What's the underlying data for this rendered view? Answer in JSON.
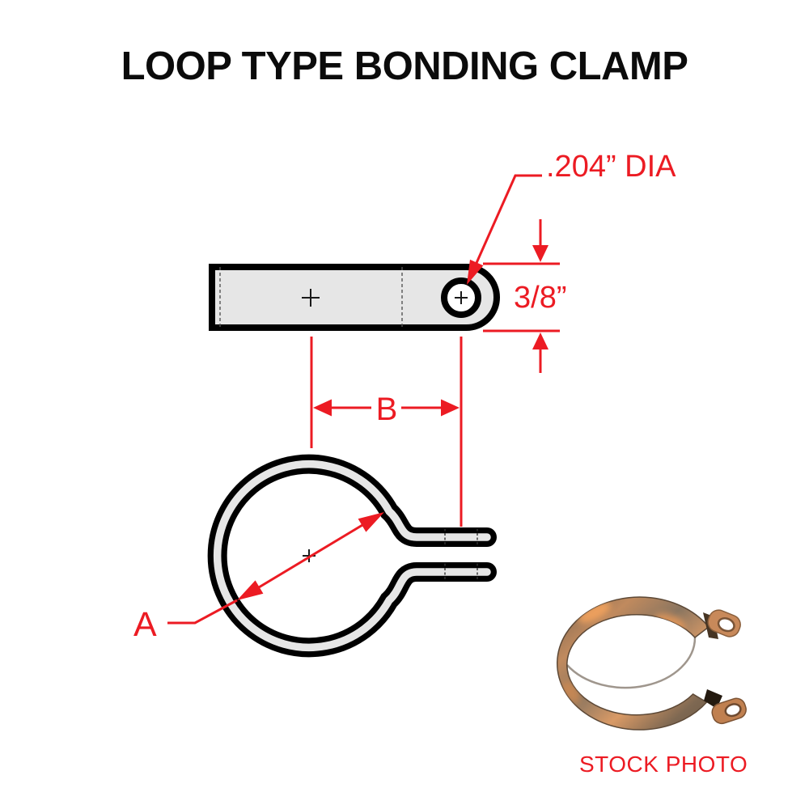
{
  "title": "LOOP TYPE BONDING CLAMP",
  "diagram": {
    "hole_dia_label": ".204” DIA",
    "strap_width_label": "3/8”",
    "dim_b_label": "B",
    "dim_a_label": "A"
  },
  "stock_photo": {
    "caption": "STOCK PHOTO"
  },
  "colors": {
    "accent_red": "#EC1B23",
    "part_fill": "#E6E6E6",
    "outline": "#000000",
    "background": "#FFFFFF",
    "copper_light": "#D99A66",
    "copper_dark": "#6E5A46"
  }
}
